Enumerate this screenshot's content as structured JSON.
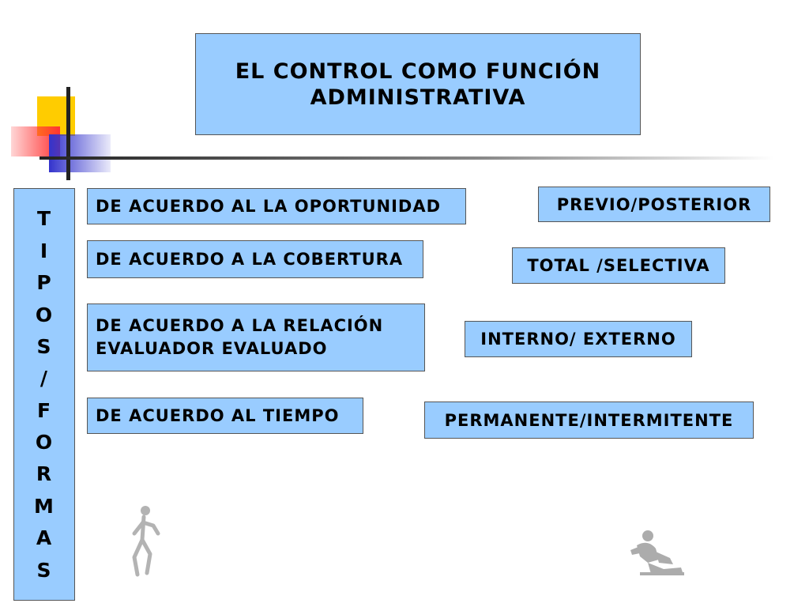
{
  "title": {
    "line1": "El control como función",
    "line2": "administrativa"
  },
  "side_label": [
    "T",
    "I",
    "P",
    "O",
    "S",
    "/",
    "F",
    "O",
    "R",
    "M",
    "A",
    "S"
  ],
  "criteria": [
    {
      "lines": [
        "De acuerdo al la oportunidad"
      ]
    },
    {
      "lines": [
        "De acuerdo a la cobertura"
      ]
    },
    {
      "lines": [
        "De acuerdo a la relación",
        "evaluador evaluado"
      ]
    },
    {
      "lines": [
        "De acuerdo al tiempo"
      ]
    }
  ],
  "types": [
    {
      "label": "Previo/posterior"
    },
    {
      "label": "Total /selectiva"
    },
    {
      "label": "Interno/ externo"
    },
    {
      "label": "Permanente/intermitente"
    }
  ],
  "colors": {
    "box_fill": "#99ccff",
    "box_border": "#555555",
    "deco_yellow": "#ffcc00",
    "deco_red": "#ff3333",
    "deco_blue": "#3333cc"
  },
  "icons": [
    "corner-logo-icon",
    "runner-figure-icon",
    "crouching-figure-icon"
  ]
}
